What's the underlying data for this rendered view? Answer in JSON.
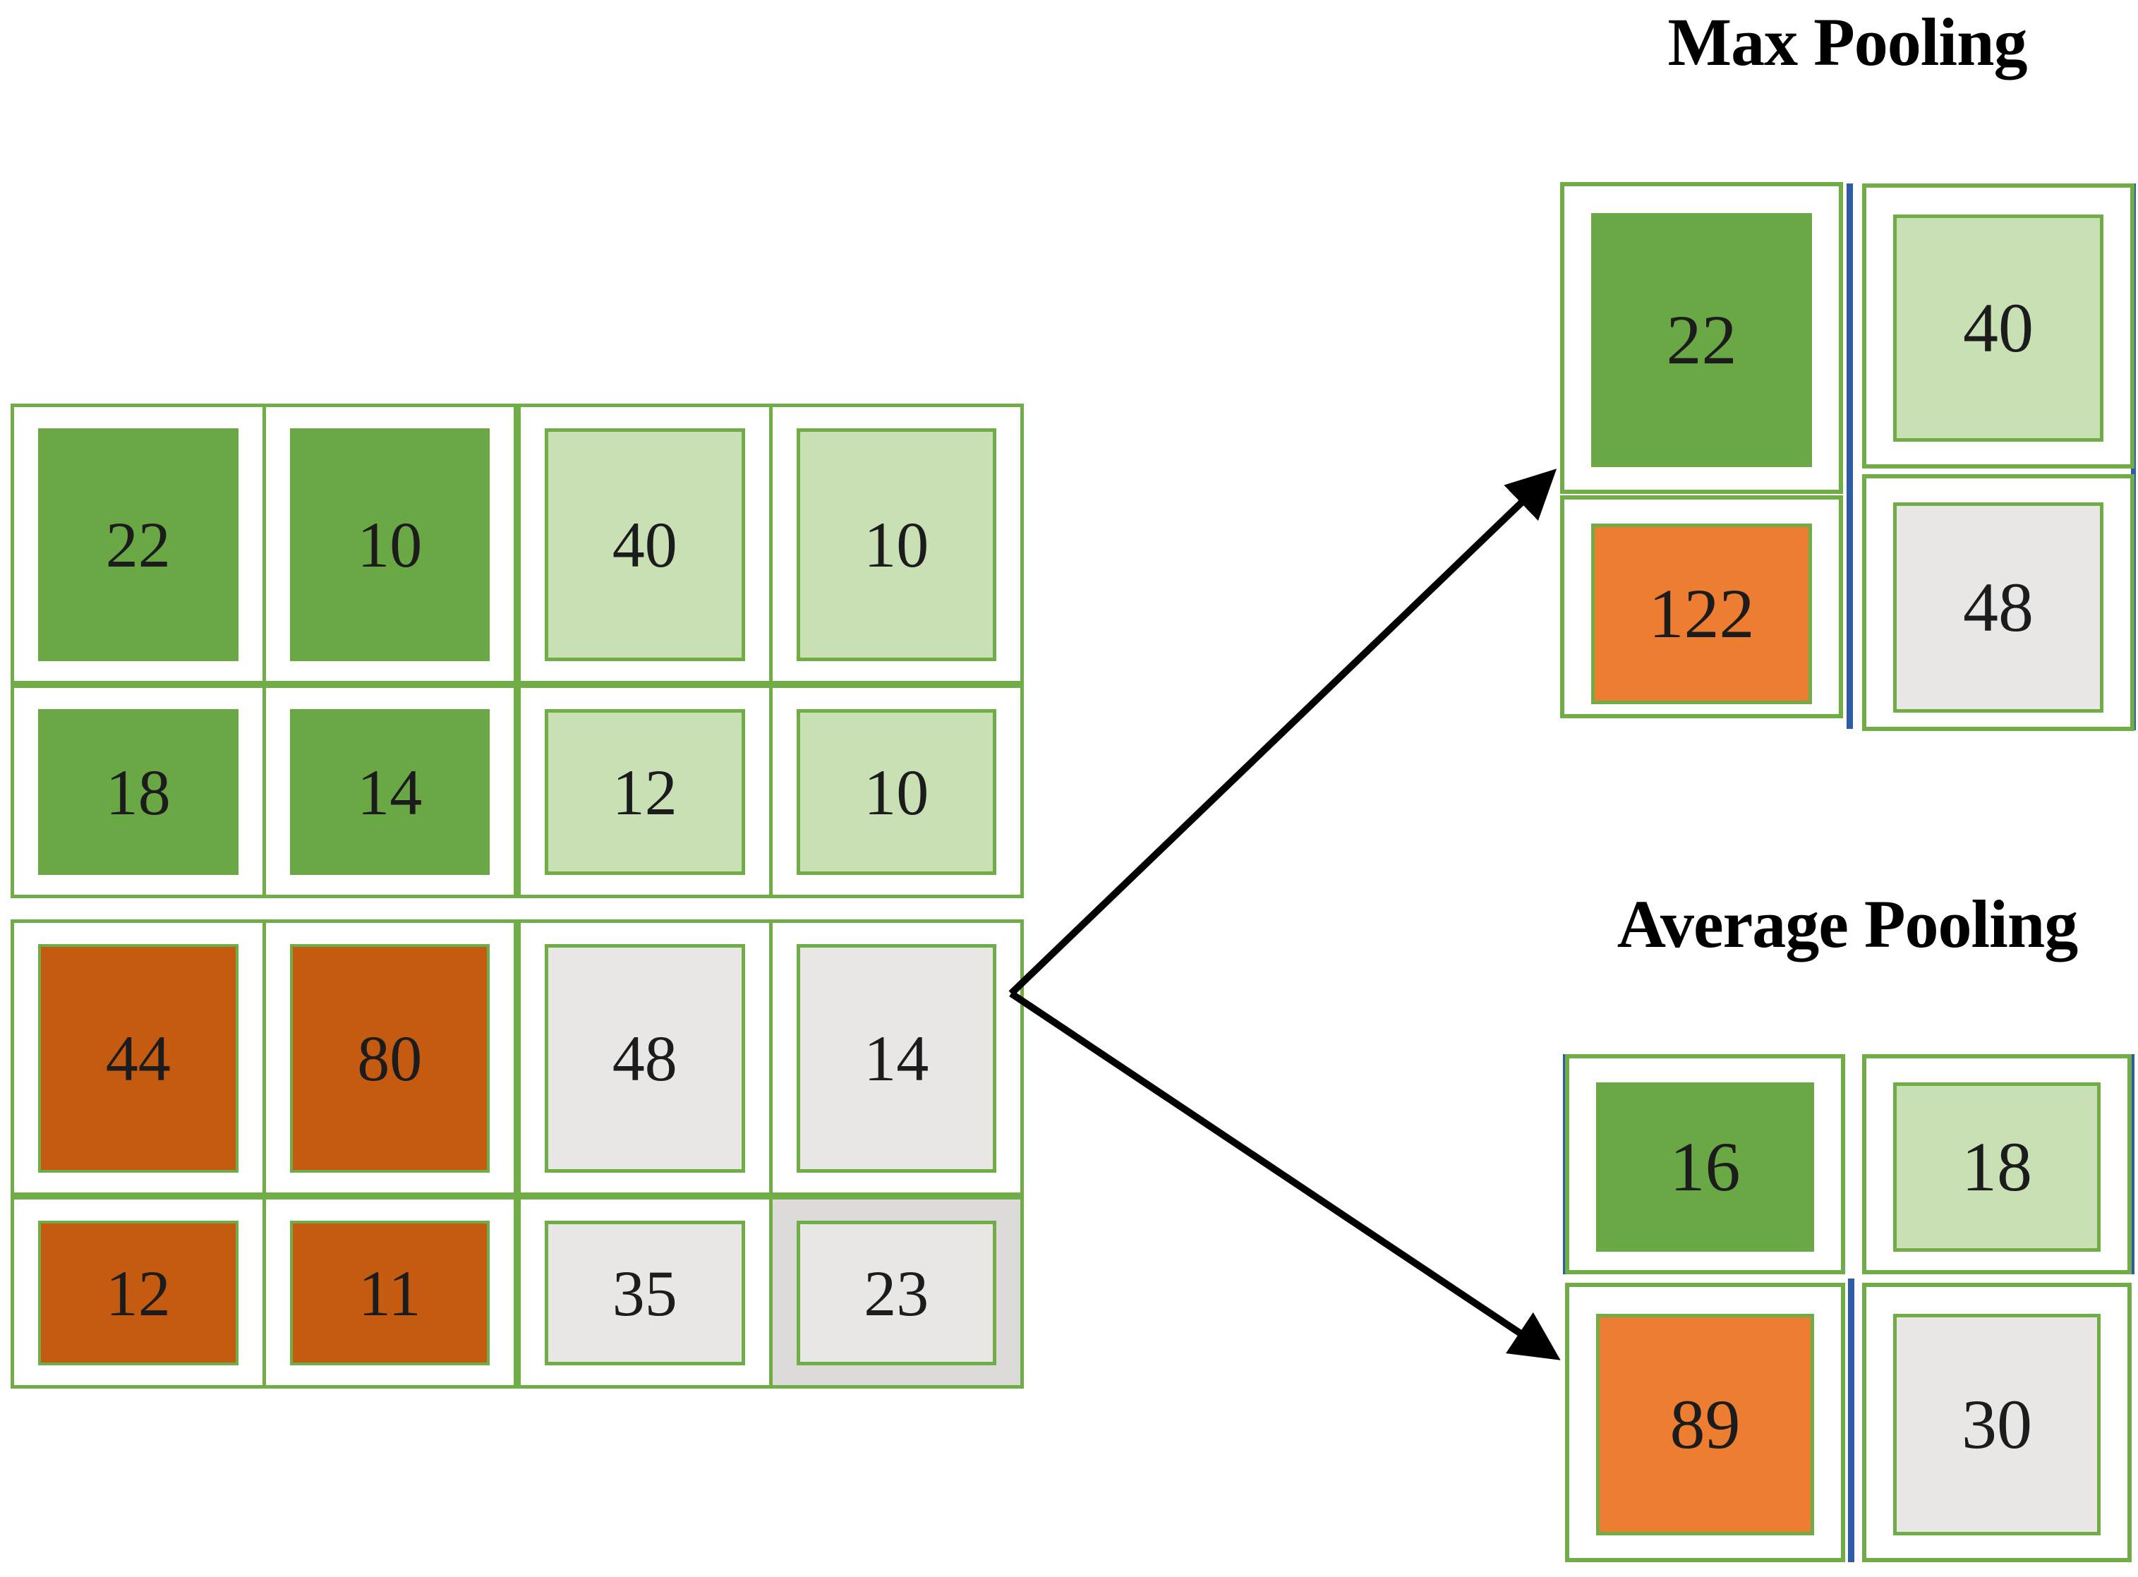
{
  "input_grid": {
    "rows": [
      [
        "22",
        "10",
        "40",
        "10"
      ],
      [
        "18",
        "14",
        "12",
        "10"
      ],
      [
        "44",
        "80",
        "48",
        "14"
      ],
      [
        "12",
        "11",
        "35",
        "23"
      ]
    ]
  },
  "max_pooling": {
    "title": "Max Pooling",
    "cells": {
      "r0c0": "22",
      "r0c1": "40",
      "r1c0": "122",
      "r1c1": "48"
    }
  },
  "average_pooling": {
    "title": "Average Pooling",
    "cells": {
      "r0c0": "16",
      "r0c1": "18",
      "r1c0": "89",
      "r1c1": "30"
    }
  },
  "colors": {
    "green": "#6aa845",
    "green_border": "#70ad47",
    "light_green": "#c9e0b4",
    "dark_orange": "#c55a11",
    "orange": "#ed7d31",
    "gray": "#e8e7e6",
    "gray_cell": "#dcdbd9",
    "blue_accent": "#2f5ca8",
    "arrow": "#000000"
  }
}
